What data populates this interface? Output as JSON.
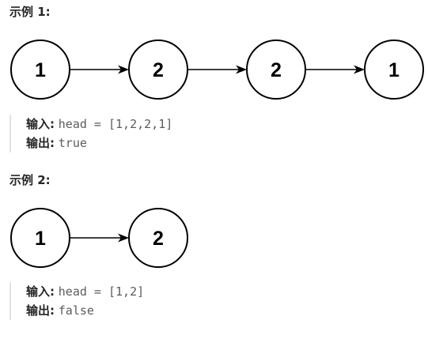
{
  "example1": {
    "title": "示例 1:",
    "nodes": [
      "1",
      "2",
      "2",
      "1"
    ],
    "input_label": "输入:",
    "input_value": "head = [1,2,2,1]",
    "output_label": "输出:",
    "output_value": "true"
  },
  "example2": {
    "title": "示例 2:",
    "nodes": [
      "1",
      "2"
    ],
    "input_label": "输入:",
    "input_value": "head = [1,2]",
    "output_label": "输出:",
    "output_value": "false"
  }
}
